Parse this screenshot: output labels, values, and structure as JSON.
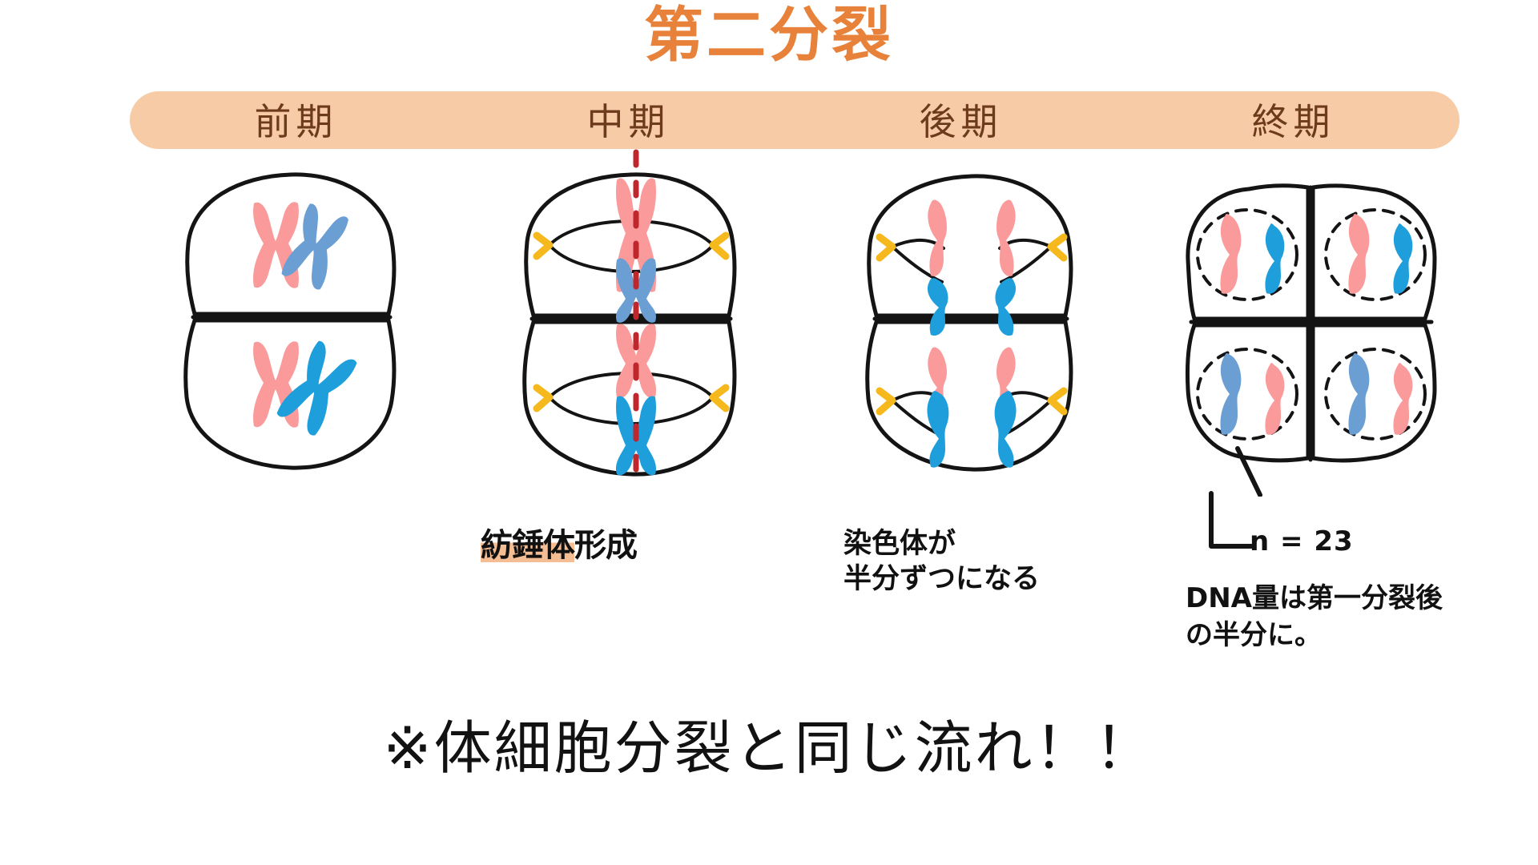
{
  "title": "第二分裂",
  "colors": {
    "title_orange": "#e8813a",
    "header_bar_peach": "#f6cba6",
    "header_text_brown": "#6d3a1c",
    "chromosome_pink": "#fa9a9a",
    "chromosome_blue_muted": "#6b9fd4",
    "chromosome_blue_bright": "#1e9fdb",
    "centriole_yellow": "#f5b91e",
    "equator_line_red": "#c0272d",
    "outline_black": "#141414",
    "highlight_peach": "#f5bd93",
    "note_text_black": "#111111"
  },
  "phases": [
    {
      "id": "prophase",
      "label": "前期"
    },
    {
      "id": "metaphase",
      "label": "中期"
    },
    {
      "id": "anaphase",
      "label": "後期"
    },
    {
      "id": "telophase",
      "label": "終期"
    }
  ],
  "notes": {
    "metaphase_highlight": "紡錘体",
    "metaphase_rest": "形成",
    "anaphase": "染色体が\n半分ずつになる",
    "telophase_n": "n = 23",
    "telophase_dna": "DNA量は第一分裂後\nの半分に。"
  },
  "footer": "※体細胞分裂と同じ流れ！！",
  "diagram_data": {
    "type": "diagram",
    "subject": "meiosis-second-division",
    "cells": [
      {
        "phase": "前期",
        "cell_count": 2,
        "arrangement": "vertical-pair",
        "nuclear_envelope": false,
        "spindle": false,
        "centrioles": false,
        "equator_line": false,
        "chromosomes_per_cell": [
          {
            "color": "pink",
            "shape": "X-duplicated"
          },
          {
            "color": "blue",
            "shape": "X-duplicated"
          }
        ]
      },
      {
        "phase": "中期",
        "cell_count": 2,
        "arrangement": "vertical-pair",
        "nuclear_envelope": false,
        "spindle": true,
        "centrioles": true,
        "equator_line": true,
        "chromosomes_per_cell": [
          {
            "color": "pink",
            "shape": "X-on-equator"
          },
          {
            "color": "blue",
            "shape": "X-on-equator"
          }
        ]
      },
      {
        "phase": "後期",
        "cell_count": 2,
        "arrangement": "vertical-pair",
        "nuclear_envelope": false,
        "spindle": true,
        "centrioles": true,
        "equator_line": false,
        "chromosomes_per_cell": [
          {
            "color": "pink",
            "shape": "single-chromatid",
            "count": 2
          },
          {
            "color": "blue",
            "shape": "single-chromatid",
            "count": 2
          }
        ]
      },
      {
        "phase": "終期",
        "cell_count": 4,
        "arrangement": "2x2-quad",
        "nuclear_envelope": true,
        "spindle": false,
        "centrioles": false,
        "equator_line": false,
        "chromosomes_per_cell": [
          {
            "color": "pink",
            "shape": "single-chromatid"
          },
          {
            "color": "blue",
            "shape": "single-chromatid"
          }
        ]
      }
    ]
  }
}
